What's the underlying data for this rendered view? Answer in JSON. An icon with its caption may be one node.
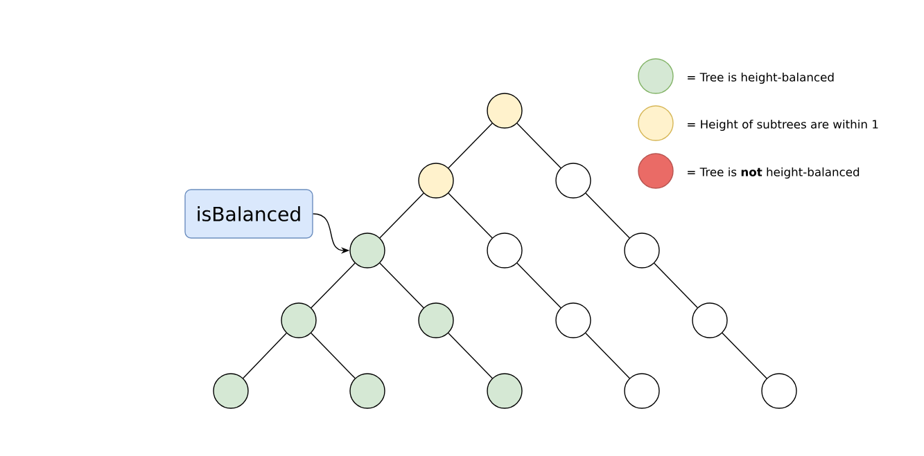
{
  "diagram": {
    "nodes": [
      {
        "text": [],
        "shape": "circle"
      },
      {
        "text": [],
        "shape": "circle"
      },
      {
        "text": [],
        "shape": "circle"
      },
      {
        "text": [],
        "shape": "circle"
      },
      {
        "text": [],
        "shape": "circle"
      },
      {
        "text": [],
        "shape": "circle"
      },
      {
        "text": [],
        "shape": "circle"
      },
      {
        "text": [],
        "shape": "circle"
      },
      {
        "text": [],
        "shape": "circle"
      },
      {
        "text": [],
        "shape": "circle"
      },
      {
        "text": [],
        "shape": "circle"
      },
      {
        "text": [],
        "shape": "circle"
      },
      {
        "text": [],
        "shape": "circle"
      },
      {
        "text": [],
        "shape": "circle"
      },
      {
        "text": [],
        "shape": "circle"
      },
      {
        "text": [
          "isBalanced"
        ]
      }
    ],
    "edges": [
      {
        "from": 0,
        "to": 1,
        "arrow": "none"
      },
      {
        "from": 0,
        "to": 2,
        "arrow": "none"
      },
      {
        "from": 1,
        "to": 3,
        "arrow": "none"
      },
      {
        "from": 1,
        "to": 4,
        "arrow": "none"
      },
      {
        "from": 2,
        "to": 5,
        "arrow": "none"
      },
      {
        "from": 3,
        "to": 6,
        "arrow": "none"
      },
      {
        "from": 3,
        "to": 7,
        "arrow": "none"
      },
      {
        "from": 4,
        "to": 8,
        "arrow": "none"
      },
      {
        "from": 5,
        "to": 9,
        "arrow": "none"
      },
      {
        "from": 6,
        "to": 10,
        "arrow": "none"
      },
      {
        "from": 6,
        "to": 11,
        "arrow": "none"
      },
      {
        "from": 7,
        "to": 12,
        "arrow": "none"
      },
      {
        "from": 8,
        "to": 13,
        "arrow": "none"
      },
      {
        "from": 9,
        "to": 14,
        "arrow": "none"
      },
      {
        "from": 15,
        "to": 3,
        "arrow": "to"
      }
    ],
    "legend": [
      {
        "text": "= Tree is height-balanced",
        "color": "#d5e8d4"
      },
      {
        "text": "= Height of subtrees are within 1",
        "color": "#fff2cc"
      },
      {
        "text": "= Tree is **not** height-balanced",
        "color": "#ea6b66"
      }
    ]
  }
}
